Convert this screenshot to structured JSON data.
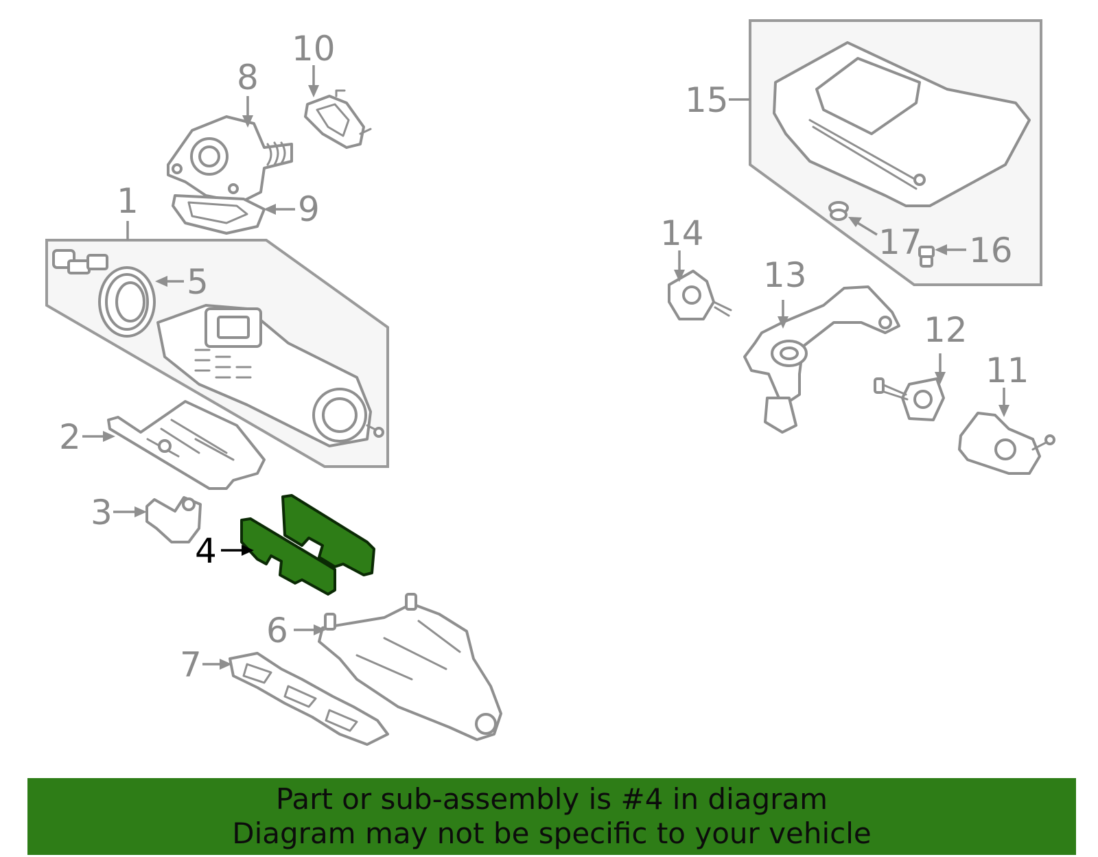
{
  "diagram": {
    "labels": {
      "p1": "1",
      "p2": "2",
      "p3": "3",
      "p4": "4",
      "p5": "5",
      "p6": "6",
      "p7": "7",
      "p8": "8",
      "p9": "9",
      "p10": "10",
      "p11": "11",
      "p12": "12",
      "p13": "13",
      "p14": "14",
      "p15": "15",
      "p16": "16",
      "p17": "17"
    },
    "highlighted_part": "4",
    "highlight_color": "#2e7d17",
    "outline_color": "#8f8f8f"
  },
  "banner": {
    "line1": "Part or sub-assembly is #4 in diagram",
    "line2": "Diagram may not be specific to your vehicle",
    "background": "#2e7d17"
  }
}
